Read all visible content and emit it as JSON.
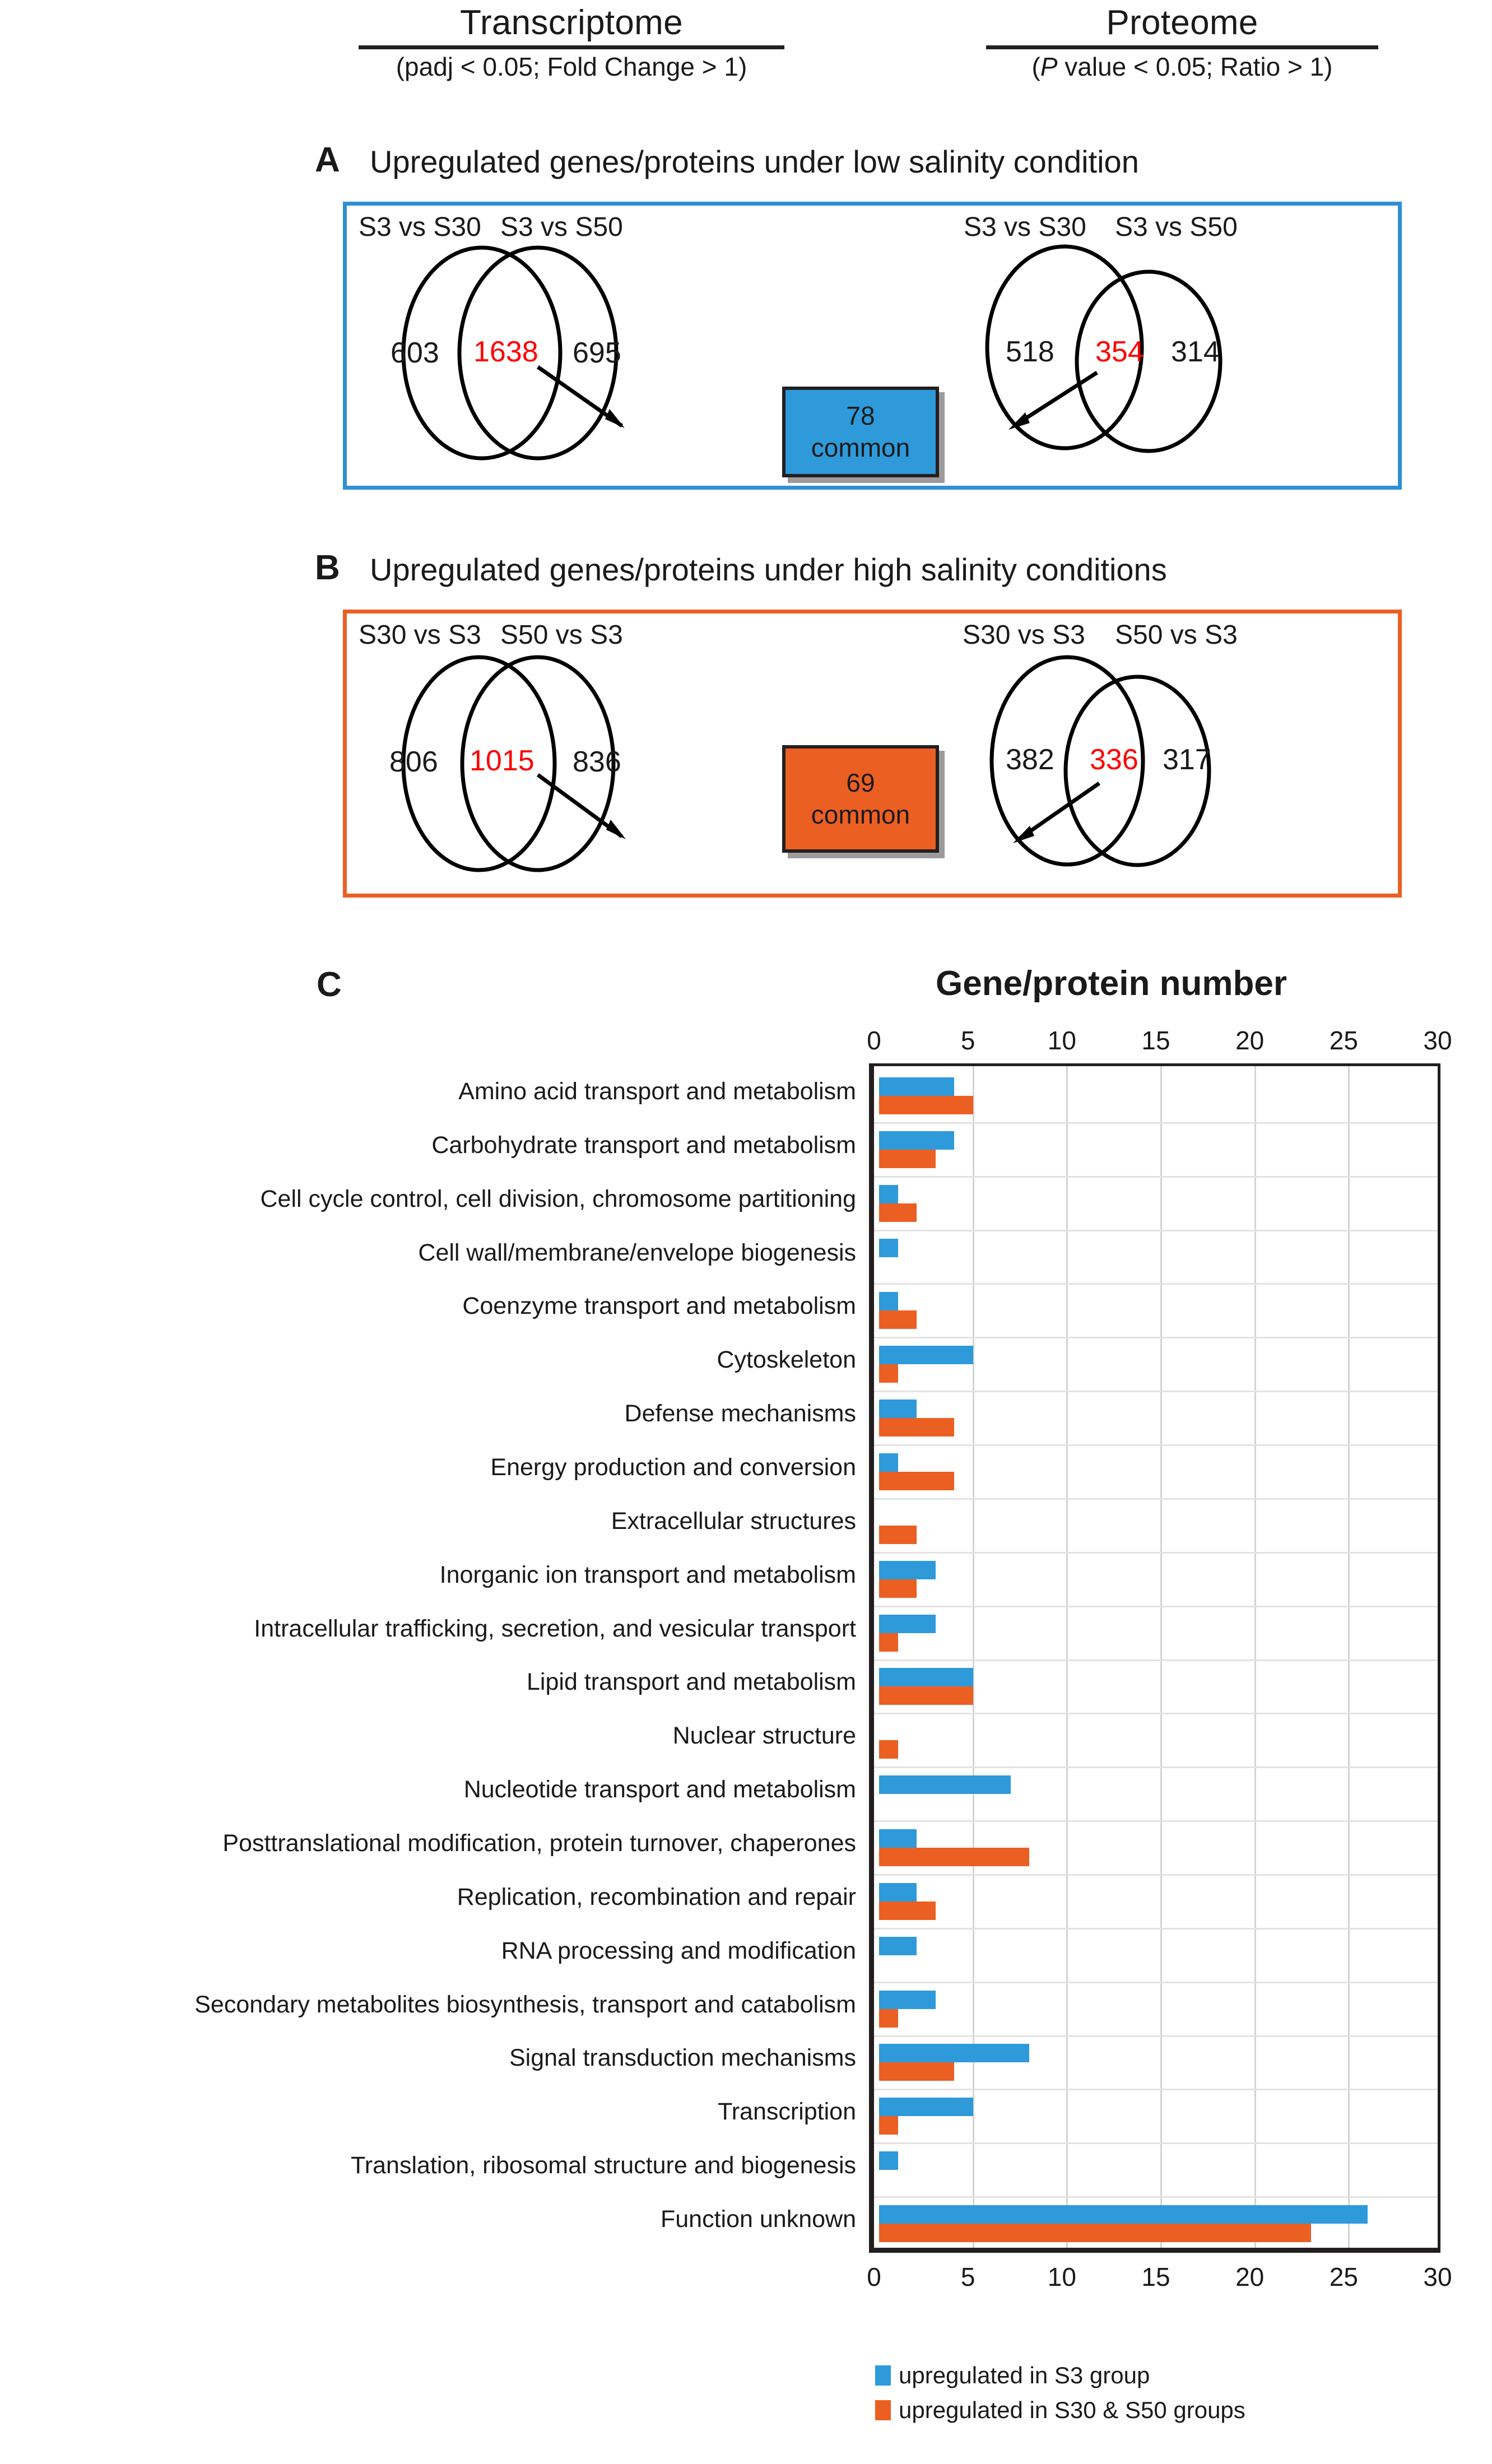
{
  "headers": {
    "transcriptome": {
      "title": "Transcriptome",
      "criteria": "(padj < 0.05; Fold Change > 1)"
    },
    "proteome": {
      "title": "Proteome",
      "criteria_pre": "(",
      "criteria_italic": "P",
      "criteria_post": " value < 0.05; Ratio > 1)"
    }
  },
  "panels": {
    "a": {
      "letter": "A",
      "title": "Upregulated genes/proteins under low salinity condition",
      "accent": "#2e8fd4",
      "left_venn": {
        "label_left": "S3 vs S30",
        "label_right": "S3 vs S50",
        "left_value": "603",
        "center_value": "1638",
        "right_value": "695"
      },
      "right_venn": {
        "label_left": "S3 vs S30",
        "label_right": "S3 vs S50",
        "left_value": "518",
        "center_value": "354",
        "right_value": "314"
      },
      "common": {
        "number": "78",
        "word": "common",
        "color": "#2e9ada"
      }
    },
    "b": {
      "letter": "B",
      "title": "Upregulated genes/proteins under high salinity conditions",
      "accent": "#ec5f23",
      "left_venn": {
        "label_left": "S30 vs S3",
        "label_right": "S50 vs S3",
        "left_value": "806",
        "center_value": "1015",
        "right_value": "836"
      },
      "right_venn": {
        "label_left": "S30 vs S3",
        "label_right": "S50 vs S3",
        "left_value": "382",
        "center_value": "336",
        "right_value": "317"
      },
      "common": {
        "number": "69",
        "word": "common",
        "color": "#ec5f23"
      }
    },
    "c": {
      "letter": "C"
    }
  },
  "chart_data": {
    "type": "bar",
    "orientation": "horizontal",
    "title": "Gene/protein number",
    "xlabel": "Gene/protein number",
    "ylabel": "",
    "xlim": [
      0,
      30
    ],
    "xticks": [
      0,
      5,
      10,
      15,
      20,
      25,
      30
    ],
    "xtick_labels": [
      "0",
      "5",
      "10",
      "15",
      "20",
      "25",
      "30"
    ],
    "grid": true,
    "axis_top_labels": true,
    "legend_position": "bottom-center",
    "categories": [
      "Amino acid transport and metabolism",
      "Carbohydrate transport and metabolism",
      "Cell cycle control, cell division, chromosome partitioning",
      "Cell wall/membrane/envelope biogenesis",
      "Coenzyme transport and metabolism",
      "Cytoskeleton",
      "Defense mechanisms",
      "Energy production and conversion",
      "Extracellular structures",
      "Inorganic ion transport and metabolism",
      "Intracellular trafficking, secretion, and vesicular transport",
      "Lipid transport and metabolism",
      "Nuclear structure",
      "Nucleotide transport and metabolism",
      "Posttranslational modification, protein turnover, chaperones",
      "Replication, recombination and repair",
      "RNA processing and modification",
      "Secondary metabolites biosynthesis, transport and catabolism",
      "Signal transduction mechanisms",
      "Transcription",
      "Translation, ribosomal structure and biogenesis",
      "Function unknown"
    ],
    "series": [
      {
        "name": "upregulated in S3 group",
        "color": "#2e9ada",
        "values": [
          4,
          4,
          1,
          1,
          1,
          5,
          2,
          1,
          0,
          3,
          3,
          5,
          0,
          7,
          2,
          2,
          2,
          3,
          8,
          5,
          1,
          26
        ]
      },
      {
        "name": "upregulated in S30 & S50 groups",
        "color": "#ec5f23",
        "values": [
          5,
          3,
          2,
          0,
          2,
          1,
          4,
          4,
          2,
          2,
          1,
          5,
          1,
          0,
          8,
          3,
          0,
          1,
          4,
          1,
          0,
          23
        ]
      }
    ],
    "legend": [
      {
        "label": "upregulated in S3 group",
        "color": "#2e9ada"
      },
      {
        "label": "upregulated in S30 & S50 groups",
        "color": "#ec5f23"
      }
    ]
  }
}
